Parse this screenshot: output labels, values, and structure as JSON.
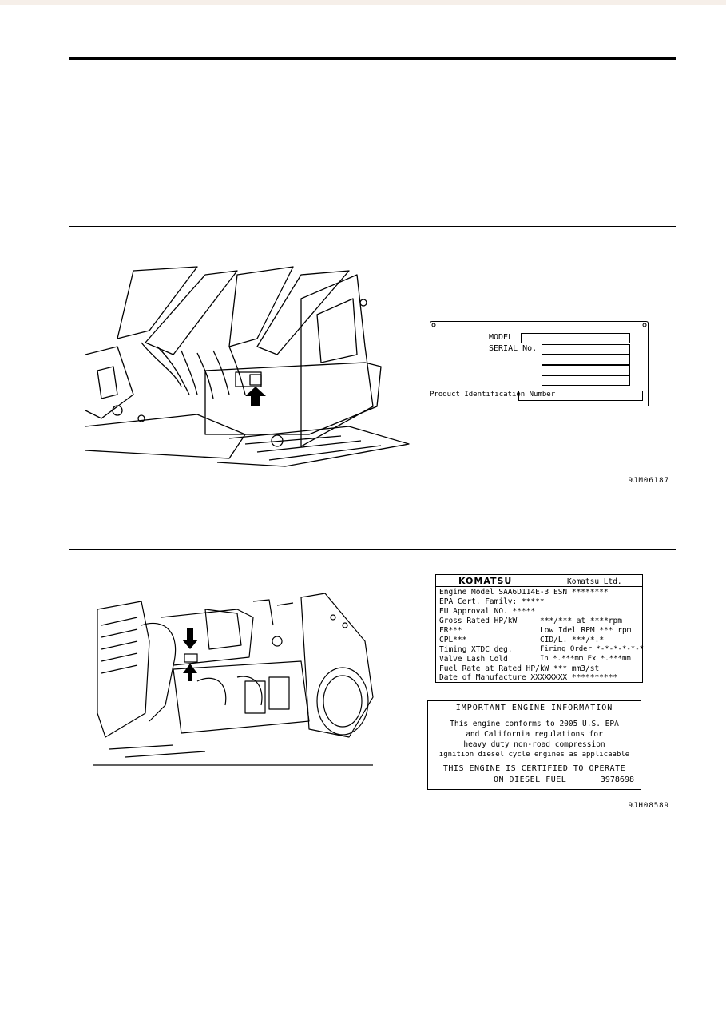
{
  "header": {
    "mark": ""
  },
  "figure1": {
    "id": "9JM06187",
    "plate": {
      "model_label": "MODEL",
      "serial_label": "SERIAL No.",
      "pin_label": "Product Identification Number"
    }
  },
  "figure2": {
    "id": "9JH08589",
    "emission_plate": {
      "brand_logo": "KOMATSU",
      "maker": "Komatsu Ltd.",
      "lines": [
        "Engine Model SAA6D114E-3  ESN ********",
        "EPA Cert. Family: *****",
        "EU Approval NO. *****"
      ],
      "rows": [
        {
          "left": "Gross Rated HP/kW",
          "right": "***/*** at ****rpm"
        },
        {
          "left": "FR***",
          "right": "Low Idel RPM *** rpm"
        },
        {
          "left": "CPL***",
          "right": "CID/L. ***/*.*"
        },
        {
          "left": "Timing XTDC   deg.",
          "right": "Firing Order *-*-*-*-*-*"
        },
        {
          "left": "Valve Lash Cold",
          "right": "In *.***mm Ex *.***mm"
        }
      ],
      "fuel_rate": "Fuel Rate at Rated HP/kW *** mm3/st",
      "date_label": "Date of Manufacture  XXXXXXXX  **********"
    },
    "info_plate": {
      "title": "IMPORTANT ENGINE INFORMATION",
      "body": [
        "This engine conforms to 2005 U.S. EPA",
        "and California regulations for",
        "heavy duty non-road compression",
        "ignition diesel cycle engines as applicaable"
      ],
      "certified": "THIS ENGINE IS CERTIFIED TO OPERATE",
      "fuel": "ON DIESEL FUEL",
      "part_no": "3978698"
    }
  }
}
